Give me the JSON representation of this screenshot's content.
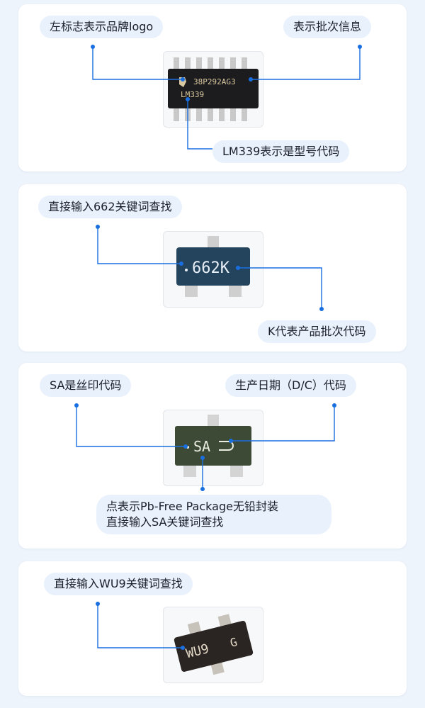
{
  "accent": "#1a6fe0",
  "cards": [
    {
      "chip_label": "LM339",
      "chip_batch": "38P292AG3",
      "labels": [
        "左标志表示品牌logo",
        "表示批次信息",
        "LM339表示是型号代码"
      ]
    },
    {
      "chip_label": "662K",
      "labels": [
        "直接输入662关键词查找",
        "K代表产品批次代码"
      ]
    },
    {
      "chip_label": "SA",
      "labels": [
        "SA是丝印代码",
        "生产日期（D/C）代码",
        "点表示Pb-Free Package无铅封装",
        "直接输入SA关键词查找"
      ]
    },
    {
      "chip_label": "WU9",
      "chip_side": "G",
      "labels": [
        "直接输入WU9关键词查找"
      ]
    }
  ]
}
